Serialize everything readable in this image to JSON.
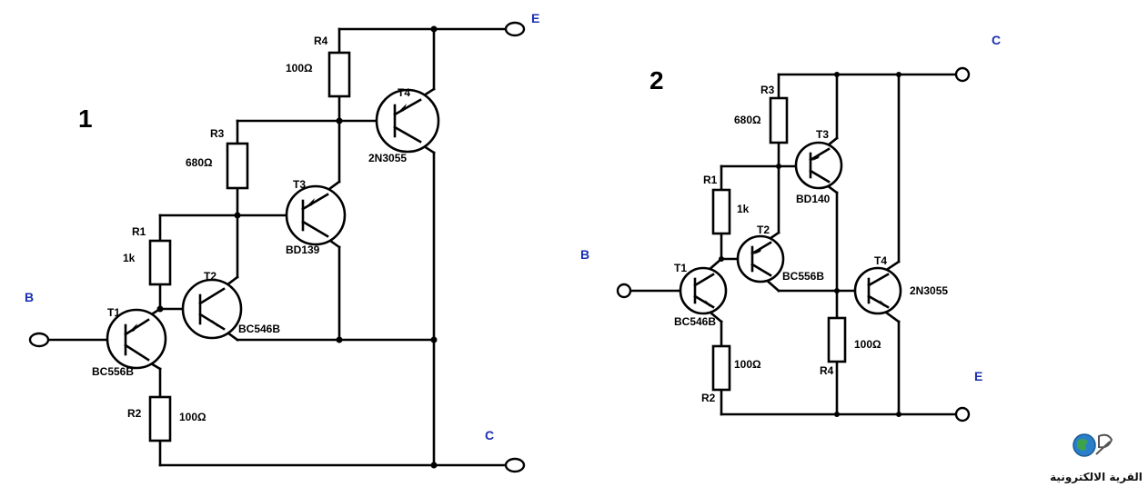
{
  "diagram1": {
    "number": "1",
    "terminals": {
      "B": "B",
      "E": "E",
      "C": "C"
    },
    "transistors": {
      "t1": {
        "name": "T1",
        "part": "BC556B"
      },
      "t2": {
        "name": "T2",
        "part": "BC546B"
      },
      "t3": {
        "name": "T3",
        "part": "BD139"
      },
      "t4": {
        "name": "T4",
        "part": "2N3055"
      }
    },
    "resistors": {
      "r1": {
        "name": "R1",
        "value": "1k"
      },
      "r2": {
        "name": "R2",
        "value": "100Ω"
      },
      "r3": {
        "name": "R3",
        "value": "680Ω"
      },
      "r4": {
        "name": "R4",
        "value": "100Ω"
      }
    }
  },
  "diagram2": {
    "number": "2",
    "terminals": {
      "B": "B",
      "E": "E",
      "C": "C"
    },
    "transistors": {
      "t1": {
        "name": "T1",
        "part": "BC546B"
      },
      "t2": {
        "name": "T2",
        "part": "BC556B"
      },
      "t3": {
        "name": "T3",
        "part": "BD140"
      },
      "t4": {
        "name": "T4",
        "part": "2N3055"
      }
    },
    "resistors": {
      "r1": {
        "name": "R1",
        "value": "1k"
      },
      "r2": {
        "name": "R2",
        "value": "100Ω"
      },
      "r3": {
        "name": "R3",
        "value": "680Ω"
      },
      "r4": {
        "name": "R4",
        "value": "100Ω"
      }
    }
  },
  "logo": {
    "text": "القرية الالكترونية"
  },
  "colors": {
    "wire": "#000000",
    "pin_label": "#1a2fb0",
    "background": "#ffffff"
  }
}
